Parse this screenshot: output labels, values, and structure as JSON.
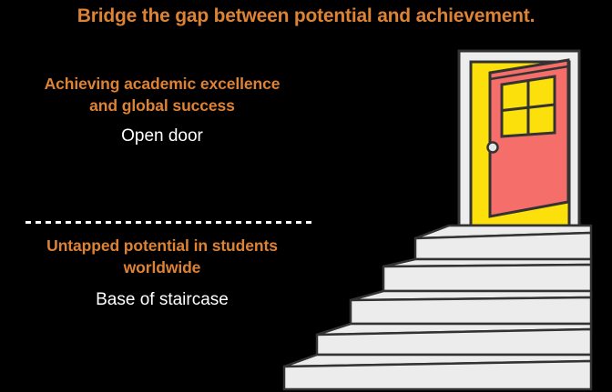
{
  "title": {
    "text": "Bridge the gap between potential and achievement."
  },
  "sections": {
    "top": {
      "heading_line1": "Achieving academic excellence",
      "heading_line2": "and global success",
      "caption": "Open door"
    },
    "bottom": {
      "heading_line1": "Untapped potential in students",
      "heading_line2": "worldwide",
      "caption": "Base of staircase"
    }
  },
  "divider": {
    "type": "dashed-line",
    "color": "#FFFFFF"
  },
  "illustration": {
    "name": "open-door-at-top-of-staircase",
    "steps_count": 5,
    "colors": {
      "door": "#F66E69",
      "doorway_light": "#FCE00B",
      "door_frame": "#EDEDED",
      "staircase": "#ECECEC",
      "outline": "#333333",
      "knob": "#E6E6E6"
    }
  },
  "colors": {
    "background": "#000000",
    "accent_orange": "#DE8234",
    "body_text": "#FFFFFF"
  }
}
